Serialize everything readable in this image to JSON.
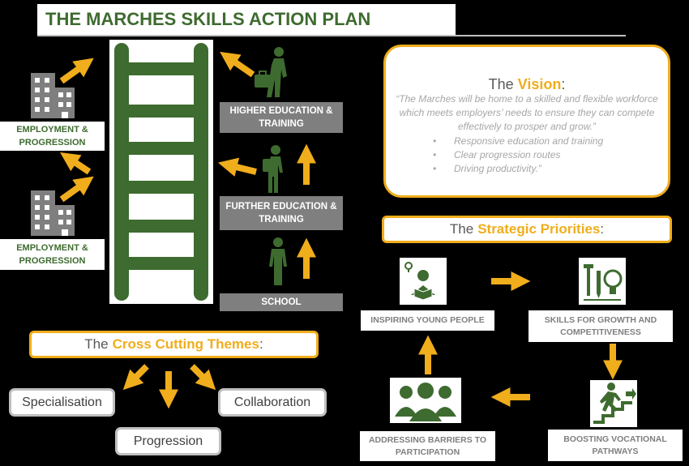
{
  "title": "THE MARCHES SKILLS ACTION PLAN",
  "ladder": {
    "employment_top": "EMPLOYMENT & PROGRESSION",
    "employment_bottom": "EMPLOYMENT & PROGRESSION",
    "higher_education": "HIGHER EDUCATION & TRAINING",
    "further_education": "FURTHER EDUCATION & TRAINING",
    "school": "SCHOOL"
  },
  "vision": {
    "heading_prefix": "The",
    "heading_accent": "Vision",
    "heading_suffix": ":",
    "quote": "“The Marches will be home to a skilled and flexible workforce which meets employers’ needs to ensure they can compete effectively to prosper and grow.”",
    "bullets": [
      "Responsive education and training",
      "Clear progression routes",
      "Driving productivity.”"
    ]
  },
  "strategic": {
    "heading_prefix": "The",
    "heading_accent": "Strategic Priorities",
    "heading_suffix": ":",
    "inspiring": "INSPIRING YOUNG PEOPLE",
    "skills": "SKILLS FOR GROWTH AND COMPETITIVENESS",
    "vocational": "BOOSTING VOCATIONAL PATHWAYS",
    "barriers": "ADDRESSING BARRIERS TO PARTICIPATION"
  },
  "themes": {
    "heading_prefix": "The",
    "heading_accent": "Cross Cutting Themes",
    "heading_suffix": ":",
    "specialisation": "Specialisation",
    "collaboration": "Collaboration",
    "progression": "Progression"
  },
  "colors": {
    "green": "#3e6b2f",
    "orange": "#f0ad1c",
    "grey": "#7f7f7f",
    "building": "#7f7f7f"
  },
  "icons": [
    "building-icon",
    "ladder-icon",
    "person-briefcase-icon",
    "person-backpack-icon",
    "person-standing-icon",
    "idea-reading-icon",
    "tools-bulb-icon",
    "climbing-stairs-icon",
    "group-people-icon",
    "arrow-icon"
  ]
}
